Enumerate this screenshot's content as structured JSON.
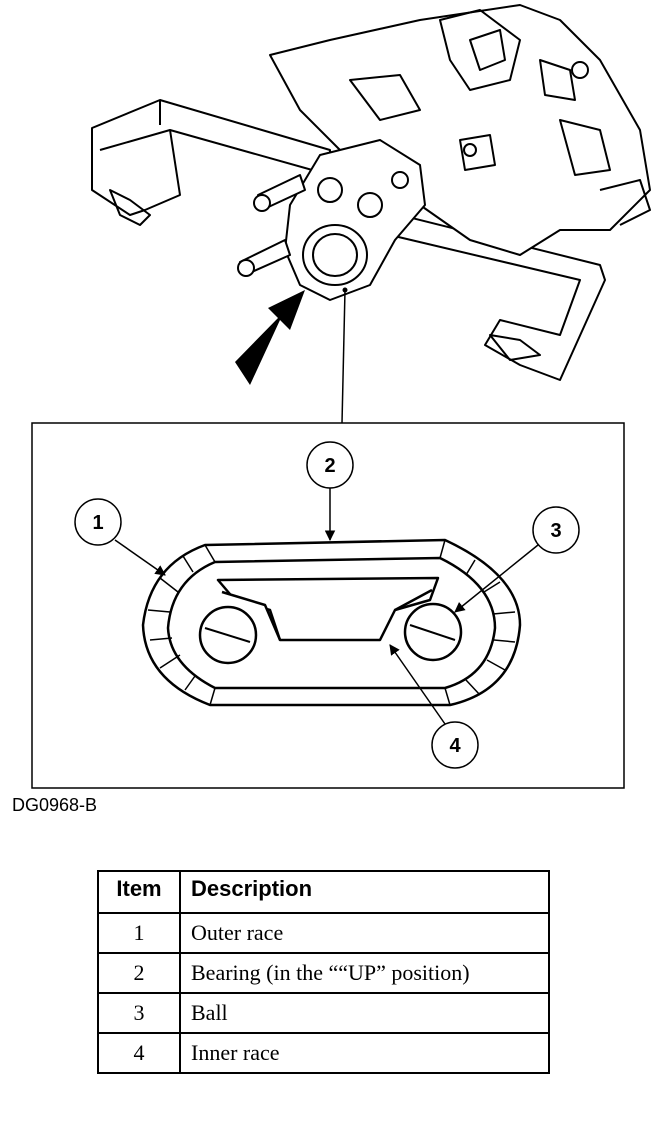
{
  "figure": {
    "code": "DG0968-B",
    "callouts": [
      "1",
      "2",
      "3",
      "4"
    ]
  },
  "table": {
    "headers": [
      "Item",
      "Description"
    ],
    "rows": [
      {
        "item": "1",
        "description": "Outer race"
      },
      {
        "item": "2",
        "description": "Bearing (in the ““UP” position)"
      },
      {
        "item": "3",
        "description": "Ball"
      },
      {
        "item": "4",
        "description": "Inner race"
      }
    ]
  }
}
